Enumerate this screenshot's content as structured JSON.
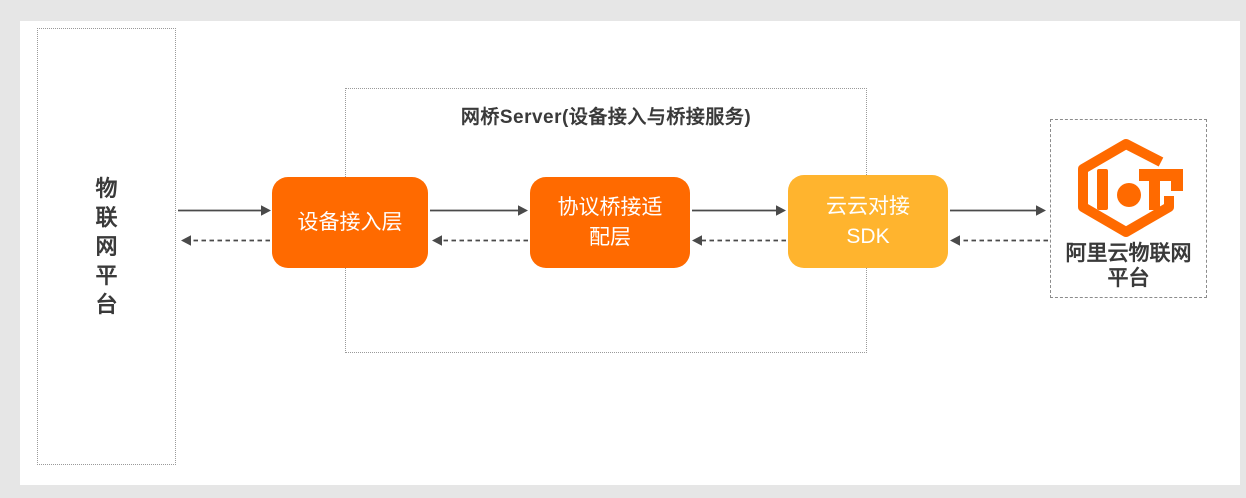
{
  "colors": {
    "canvas_bg": "#E6E6E6",
    "panel_bg": "#FFFFFF",
    "node_orange": "#FF6A00",
    "node_yellow": "#FFB42E",
    "node_text": "#FFFFFF",
    "arrow_gray": "#4A4A4A",
    "dotted_border_gray": "#9A9A9A",
    "dashed_border_gray": "#8C8C8C",
    "title_text": "#3A3A3A",
    "brand_orange": "#FF6A00"
  },
  "diagram": {
    "left_platform": {
      "label": "物联网平台"
    },
    "bridge_server": {
      "title": "网桥Server(设备接入与桥接服务)",
      "nodes": [
        {
          "id": "device-access-layer",
          "label": "设备接入层",
          "lines": [
            "设备接入层"
          ],
          "color": "#FF6A00"
        },
        {
          "id": "protocol-bridge-adapter-layer",
          "label": "协议桥接适配层",
          "lines": [
            "协议桥接适",
            "配层"
          ],
          "color": "#FF6A00"
        },
        {
          "id": "cloud-cloud-sdk",
          "label": "云云对接SDK",
          "lines": [
            "云云对接",
            "SDK"
          ],
          "color": "#FFB42E"
        }
      ]
    },
    "right_platform": {
      "label": "阿里云物联网平台",
      "lines": [
        "阿里云物联网",
        "平台"
      ],
      "logo_icon": "aliyun-iot-logo"
    },
    "flows": {
      "forward_style": "solid",
      "backward_style": "dashed",
      "forward_direction": "left-to-right",
      "backward_direction": "right-to-left"
    }
  }
}
